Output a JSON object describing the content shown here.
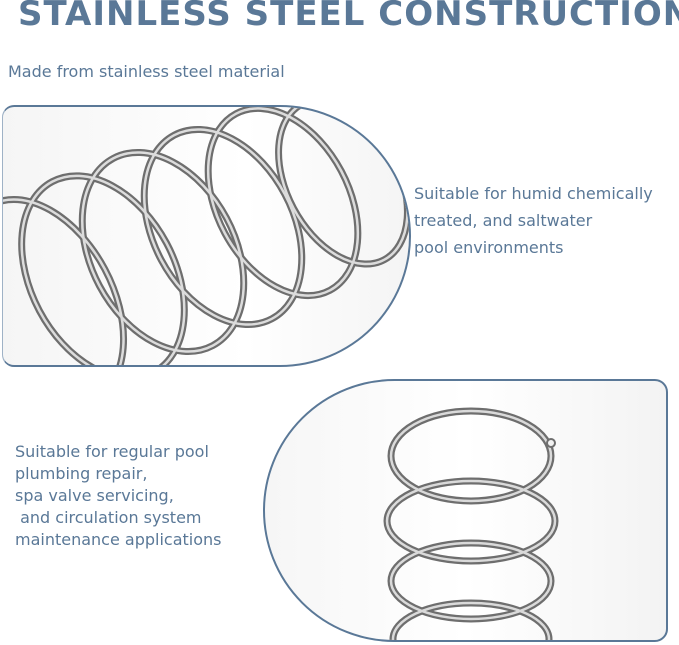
{
  "header": {
    "title": "STAINLESS STEEL CONSTRUCTION",
    "subtitle": "Made from stainless steel material"
  },
  "feature_right": {
    "lines": [
      "Suitable for humid chemically",
      "treated, and saltwater",
      "pool environments"
    ]
  },
  "feature_left": {
    "lines": [
      "Suitable for regular pool",
      "plumbing repair,",
      "spa valve servicing,",
      " and circulation system",
      "maintenance applications"
    ]
  },
  "images": {
    "top": "spring-coils-side-view",
    "bottom": "spring-coils-end-view"
  },
  "colors": {
    "accent": "#5a7897",
    "steel": "#8a8a8a"
  }
}
